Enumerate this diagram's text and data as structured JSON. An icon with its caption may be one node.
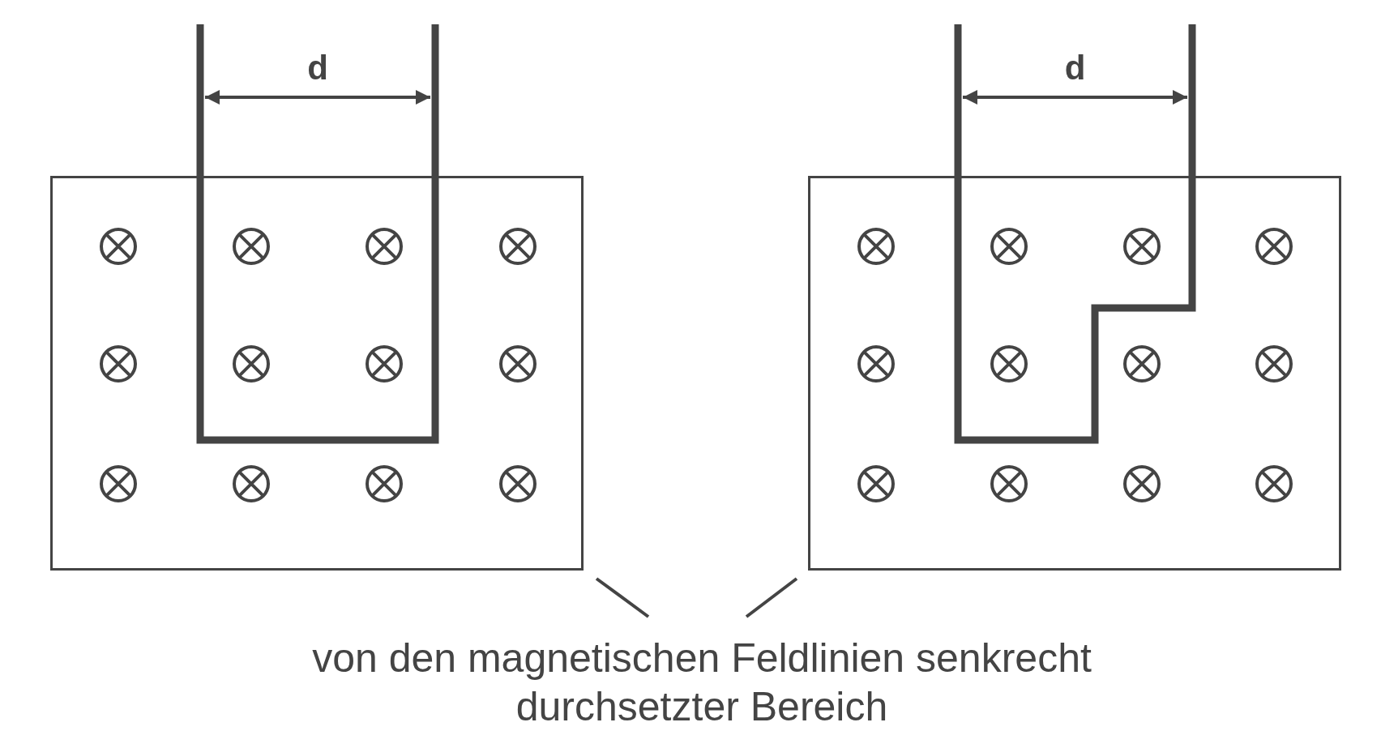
{
  "diagram": {
    "nodes": [
      {
        "text": [],
        "shape": "box"
      },
      {
        "text": [],
        "shape": "box"
      },
      {
        "text": [
          "von den magnetischen Feldlinien senkrecht durchsetzter Bereich"
        ]
      }
    ],
    "edges": [
      {
        "from": 2,
        "to": 0,
        "arrow": "none"
      },
      {
        "from": 2,
        "to": 1,
        "arrow": "none"
      }
    ],
    "labels": [
      "d",
      "d"
    ]
  }
}
